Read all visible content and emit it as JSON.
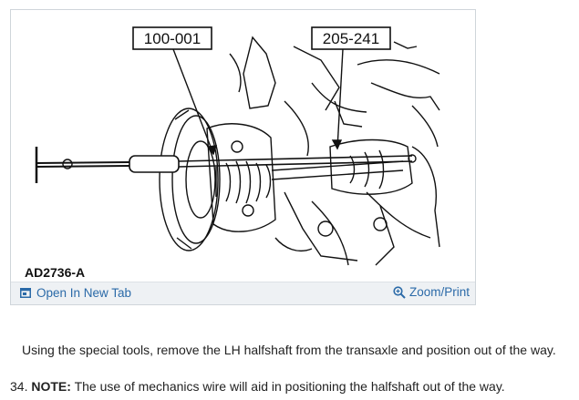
{
  "figure": {
    "callouts": [
      "100-001",
      "205-241"
    ],
    "figure_id": "AD2736-A"
  },
  "footer": {
    "open_tab_label": "Open In New Tab",
    "zoom_print_label": "Zoom/Print",
    "open_tab_icon": "external-window-icon",
    "zoom_icon": "magnifier-icon",
    "link_color": "#2b6aa8"
  },
  "instructions": {
    "step_text": "Using the special tools, remove the LH halfshaft from the transaxle and position out of the way.",
    "note_number": "34.",
    "note_label": "NOTE:",
    "note_text": "The use of mechanics wire will aid in positioning the halfshaft out of the way."
  }
}
